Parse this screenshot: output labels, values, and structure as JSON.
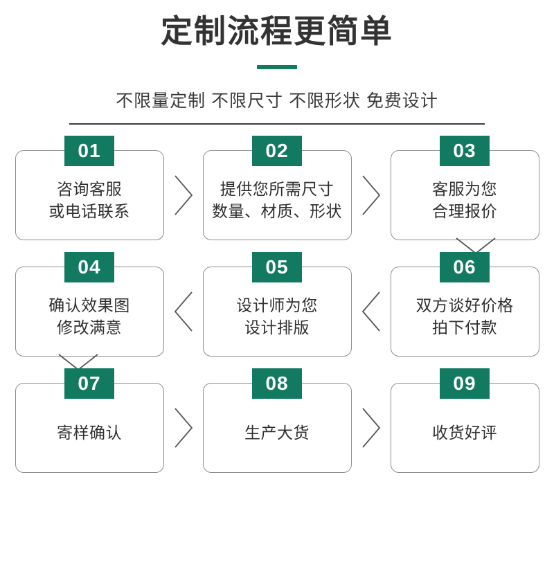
{
  "header": {
    "title": "定制流程更简单",
    "subtitle": "不限量定制 不限尺寸 不限形状 免费设计",
    "accent_color": "#117a60",
    "divider_color": "#3c3c3c"
  },
  "theme": {
    "badge_background": "#117a60",
    "badge_text_color": "#ffffff",
    "box_border_color": "#8e8e8e",
    "text_color": "#2f2f2f",
    "background": "#ffffff"
  },
  "flow": {
    "rows": [
      {
        "direction": "ltr",
        "steps": [
          {
            "number": "01",
            "lines": [
              "咨询客服",
              "或电话联系"
            ]
          },
          {
            "number": "02",
            "lines": [
              "提供您所需尺寸",
              "数量、材质、形状"
            ]
          },
          {
            "number": "03",
            "lines": [
              "客服为您",
              "合理报价"
            ]
          }
        ],
        "connectors": [
          "chevron-right-icon",
          "chevron-right-icon"
        ],
        "row_end_connector": "chevron-down-icon",
        "row_end_connector_position": "right"
      },
      {
        "direction": "rtl",
        "steps": [
          {
            "number": "04",
            "lines": [
              "确认效果图",
              "修改满意"
            ]
          },
          {
            "number": "05",
            "lines": [
              "设计师为您",
              "设计排版"
            ]
          },
          {
            "number": "06",
            "lines": [
              "双方谈好价格",
              "拍下付款"
            ]
          }
        ],
        "connectors": [
          "chevron-left-icon",
          "chevron-left-icon"
        ],
        "row_end_connector": "chevron-down-icon",
        "row_end_connector_position": "left"
      },
      {
        "direction": "ltr",
        "steps": [
          {
            "number": "07",
            "lines": [
              "寄样确认"
            ]
          },
          {
            "number": "08",
            "lines": [
              "生产大货"
            ]
          },
          {
            "number": "09",
            "lines": [
              "收货好评"
            ]
          }
        ],
        "connectors": [
          "chevron-right-icon",
          "chevron-right-icon"
        ],
        "row_end_connector": null,
        "row_end_connector_position": null
      }
    ]
  }
}
